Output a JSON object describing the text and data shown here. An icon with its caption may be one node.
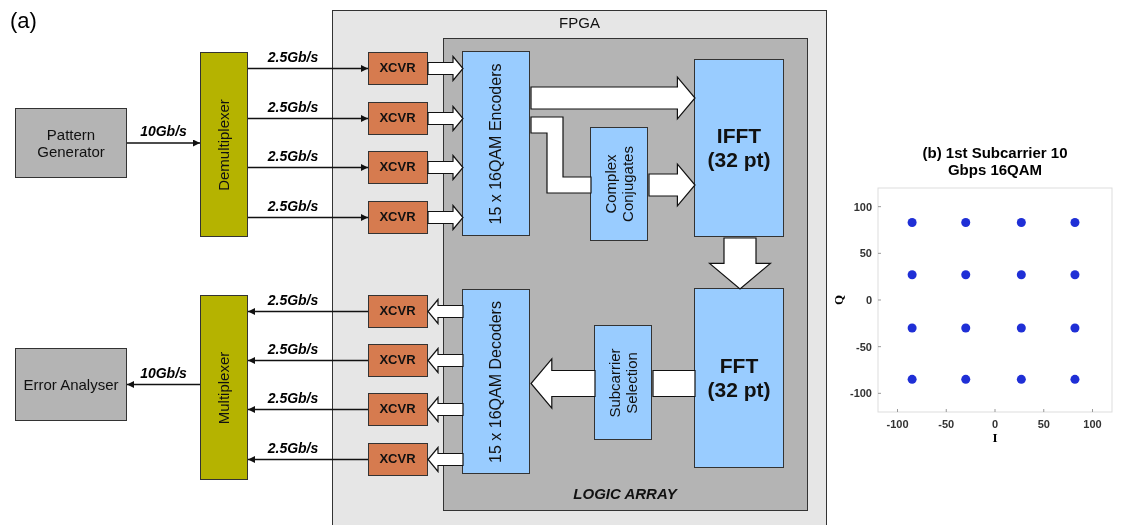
{
  "diagram": {
    "nodes": [
      {
        "text": [
          "Pattern Generator"
        ]
      },
      {
        "text": [
          "Demultiplexer"
        ]
      },
      {
        "text": [
          "Error Analyser"
        ]
      },
      {
        "text": [
          "Multiplexer"
        ]
      },
      {
        "text": [
          "FPGA"
        ]
      },
      {
        "text": [
          "LOGIC ARRAY"
        ],
        "in": 4
      },
      {
        "text": [
          "XCVR"
        ],
        "in": 4
      },
      {
        "text": [
          "XCVR"
        ],
        "in": 4
      },
      {
        "text": [
          "XCVR"
        ],
        "in": 4
      },
      {
        "text": [
          "XCVR"
        ],
        "in": 4
      },
      {
        "text": [
          "15 x 16QAM Encoders"
        ],
        "in": 5
      },
      {
        "text": [
          "Complex Conjugates"
        ],
        "in": 5
      },
      {
        "text": [
          "IFFT (32 pt)"
        ],
        "in": 5
      },
      {
        "text": [
          "FFT (32 pt)"
        ],
        "in": 5
      },
      {
        "text": [
          "Subcarrier Selection"
        ],
        "in": 5
      },
      {
        "text": [
          "15 x 16QAM Decoders"
        ],
        "in": 5
      },
      {
        "text": [
          "XCVR"
        ],
        "in": 4
      },
      {
        "text": [
          "XCVR"
        ],
        "in": 4
      },
      {
        "text": [
          "XCVR"
        ],
        "in": 4
      },
      {
        "text": [
          "XCVR"
        ],
        "in": 4
      }
    ],
    "edges": [
      {
        "from": 0,
        "to": 1,
        "arrow": "to",
        "label": "10Gb/s"
      },
      {
        "from": 1,
        "to": 6,
        "arrow": "to",
        "label": "2.5Gb/s"
      },
      {
        "from": 1,
        "to": 7,
        "arrow": "to",
        "label": "2.5Gb/s"
      },
      {
        "from": 1,
        "to": 8,
        "arrow": "to",
        "label": "2.5Gb/s"
      },
      {
        "from": 1,
        "to": 9,
        "arrow": "to",
        "label": "2.5Gb/s"
      },
      {
        "from": 6,
        "to": 10,
        "arrow": "to",
        "style": "thick"
      },
      {
        "from": 7,
        "to": 10,
        "arrow": "to",
        "style": "thick"
      },
      {
        "from": 8,
        "to": 10,
        "arrow": "to",
        "style": "thick"
      },
      {
        "from": 9,
        "to": 10,
        "arrow": "to",
        "style": "thick"
      },
      {
        "from": 10,
        "to": 12,
        "arrow": "to",
        "style": "thick"
      },
      {
        "from": 10,
        "to": 11,
        "arrow": "none",
        "style": "thick"
      },
      {
        "from": 11,
        "to": 12,
        "arrow": "to",
        "style": "thick"
      },
      {
        "from": 12,
        "to": 13,
        "arrow": "to",
        "style": "thick"
      },
      {
        "from": 13,
        "to": 14,
        "arrow": "none",
        "style": "thick"
      },
      {
        "from": 14,
        "to": 15,
        "arrow": "to",
        "style": "thick"
      },
      {
        "from": 15,
        "to": 16,
        "arrow": "to",
        "style": "thick"
      },
      {
        "from": 15,
        "to": 17,
        "arrow": "to",
        "style": "thick"
      },
      {
        "from": 15,
        "to": 18,
        "arrow": "to",
        "style": "thick"
      },
      {
        "from": 15,
        "to": 19,
        "arrow": "to",
        "style": "thick"
      },
      {
        "from": 16,
        "to": 3,
        "arrow": "to",
        "label": "2.5Gb/s"
      },
      {
        "from": 17,
        "to": 3,
        "arrow": "to",
        "label": "2.5Gb/s"
      },
      {
        "from": 18,
        "to": 3,
        "arrow": "to",
        "label": "2.5Gb/s"
      },
      {
        "from": 19,
        "to": 3,
        "arrow": "to",
        "label": "2.5Gb/s"
      },
      {
        "from": 3,
        "to": 2,
        "arrow": "to",
        "label": "10Gb/s"
      }
    ],
    "labels": [
      "(a)"
    ],
    "chart_data": {
      "type": "scatter",
      "title": "(b) 1st Subcarrier 10 Gbps 16QAM",
      "xlabel": "I",
      "ylabel": "Q",
      "x": [
        -85,
        -30,
        27,
        82,
        -85,
        -30,
        27,
        82,
        -85,
        -30,
        27,
        82,
        -85,
        -30,
        27,
        82
      ],
      "series": [
        {
          "color": "#1f2fd6",
          "values": [
            83,
            83,
            83,
            83,
            27,
            27,
            27,
            27,
            -30,
            -30,
            -30,
            -30,
            -85,
            -85,
            -85,
            -85
          ]
        }
      ],
      "xlim": [
        -120,
        120
      ],
      "ylim": [
        -120,
        120
      ],
      "xticks": [
        -100,
        -50,
        0,
        50,
        100
      ],
      "yticks": [
        -100,
        -50,
        0,
        50,
        100
      ]
    }
  }
}
